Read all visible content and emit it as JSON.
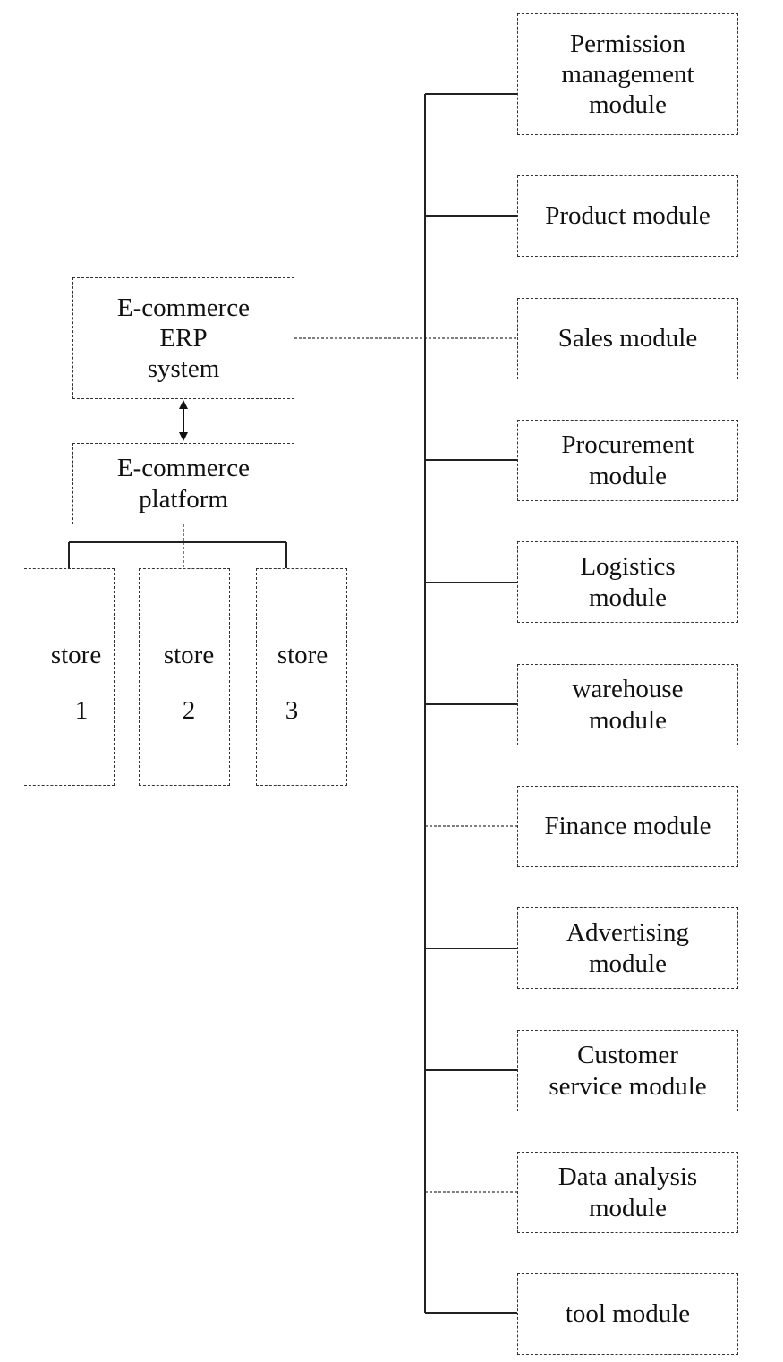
{
  "erp_system": {
    "label": "E-commerce\nERP\nsystem"
  },
  "platform": {
    "label": "E-commerce\nplatform"
  },
  "stores": [
    {
      "name": "store",
      "number": "1"
    },
    {
      "name": "store",
      "number": "2"
    },
    {
      "name": "store",
      "number": "3"
    }
  ],
  "modules": [
    {
      "label": "Permission\nmanagement\nmodule"
    },
    {
      "label": "Product module"
    },
    {
      "label": "Sales module"
    },
    {
      "label": "Procurement\nmodule"
    },
    {
      "label": "Logistics\nmodule"
    },
    {
      "label": "warehouse\nmodule"
    },
    {
      "label": "Finance module"
    },
    {
      "label": "Advertising\nmodule"
    },
    {
      "label": "Customer\nservice module"
    },
    {
      "label": "Data analysis\nmodule"
    },
    {
      "label": "tool module"
    }
  ]
}
